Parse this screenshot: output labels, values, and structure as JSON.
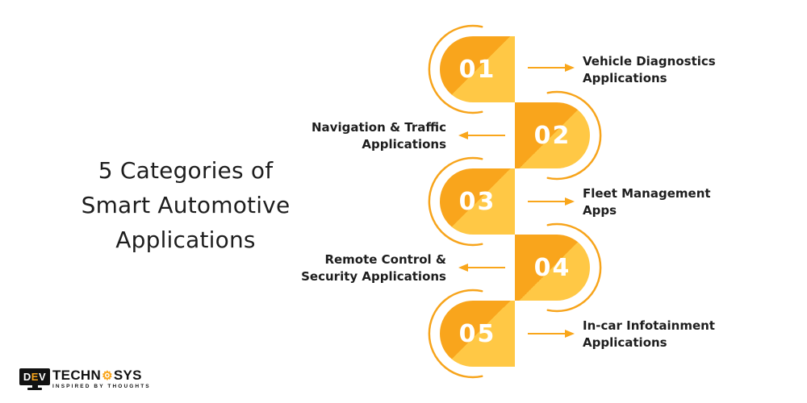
{
  "title": {
    "text": "5 Categories of\nSmart Automotive\nApplications"
  },
  "colors": {
    "background": "#FFFFFF",
    "orange_dark": "#F9A51C",
    "orange_light": "#FFC845",
    "arc": "#F7A41B",
    "arrow": "#F9A61B",
    "text": "#1E1E1E",
    "number_text": "#FFFFFF",
    "logo_black": "#121212"
  },
  "items": [
    {
      "number": "01",
      "label": "Vehicle Diagnostics\nApplications",
      "side": "right"
    },
    {
      "number": "02",
      "label": "Navigation & Traffic\nApplications",
      "side": "left"
    },
    {
      "number": "03",
      "label": "Fleet Management\nApps",
      "side": "right"
    },
    {
      "number": "04",
      "label": "Remote Control &\nSecurity Applications",
      "side": "left"
    },
    {
      "number": "05",
      "label": "In-car Infotainment\nApplications",
      "side": "right"
    }
  ],
  "logo": {
    "dev_d": "D",
    "dev_e": "E",
    "dev_v": "V",
    "techn": "TECHN",
    "sys": "SYS",
    "gear_glyph": "⚙",
    "tagline": "INSPIRED BY THOUGHTS"
  }
}
